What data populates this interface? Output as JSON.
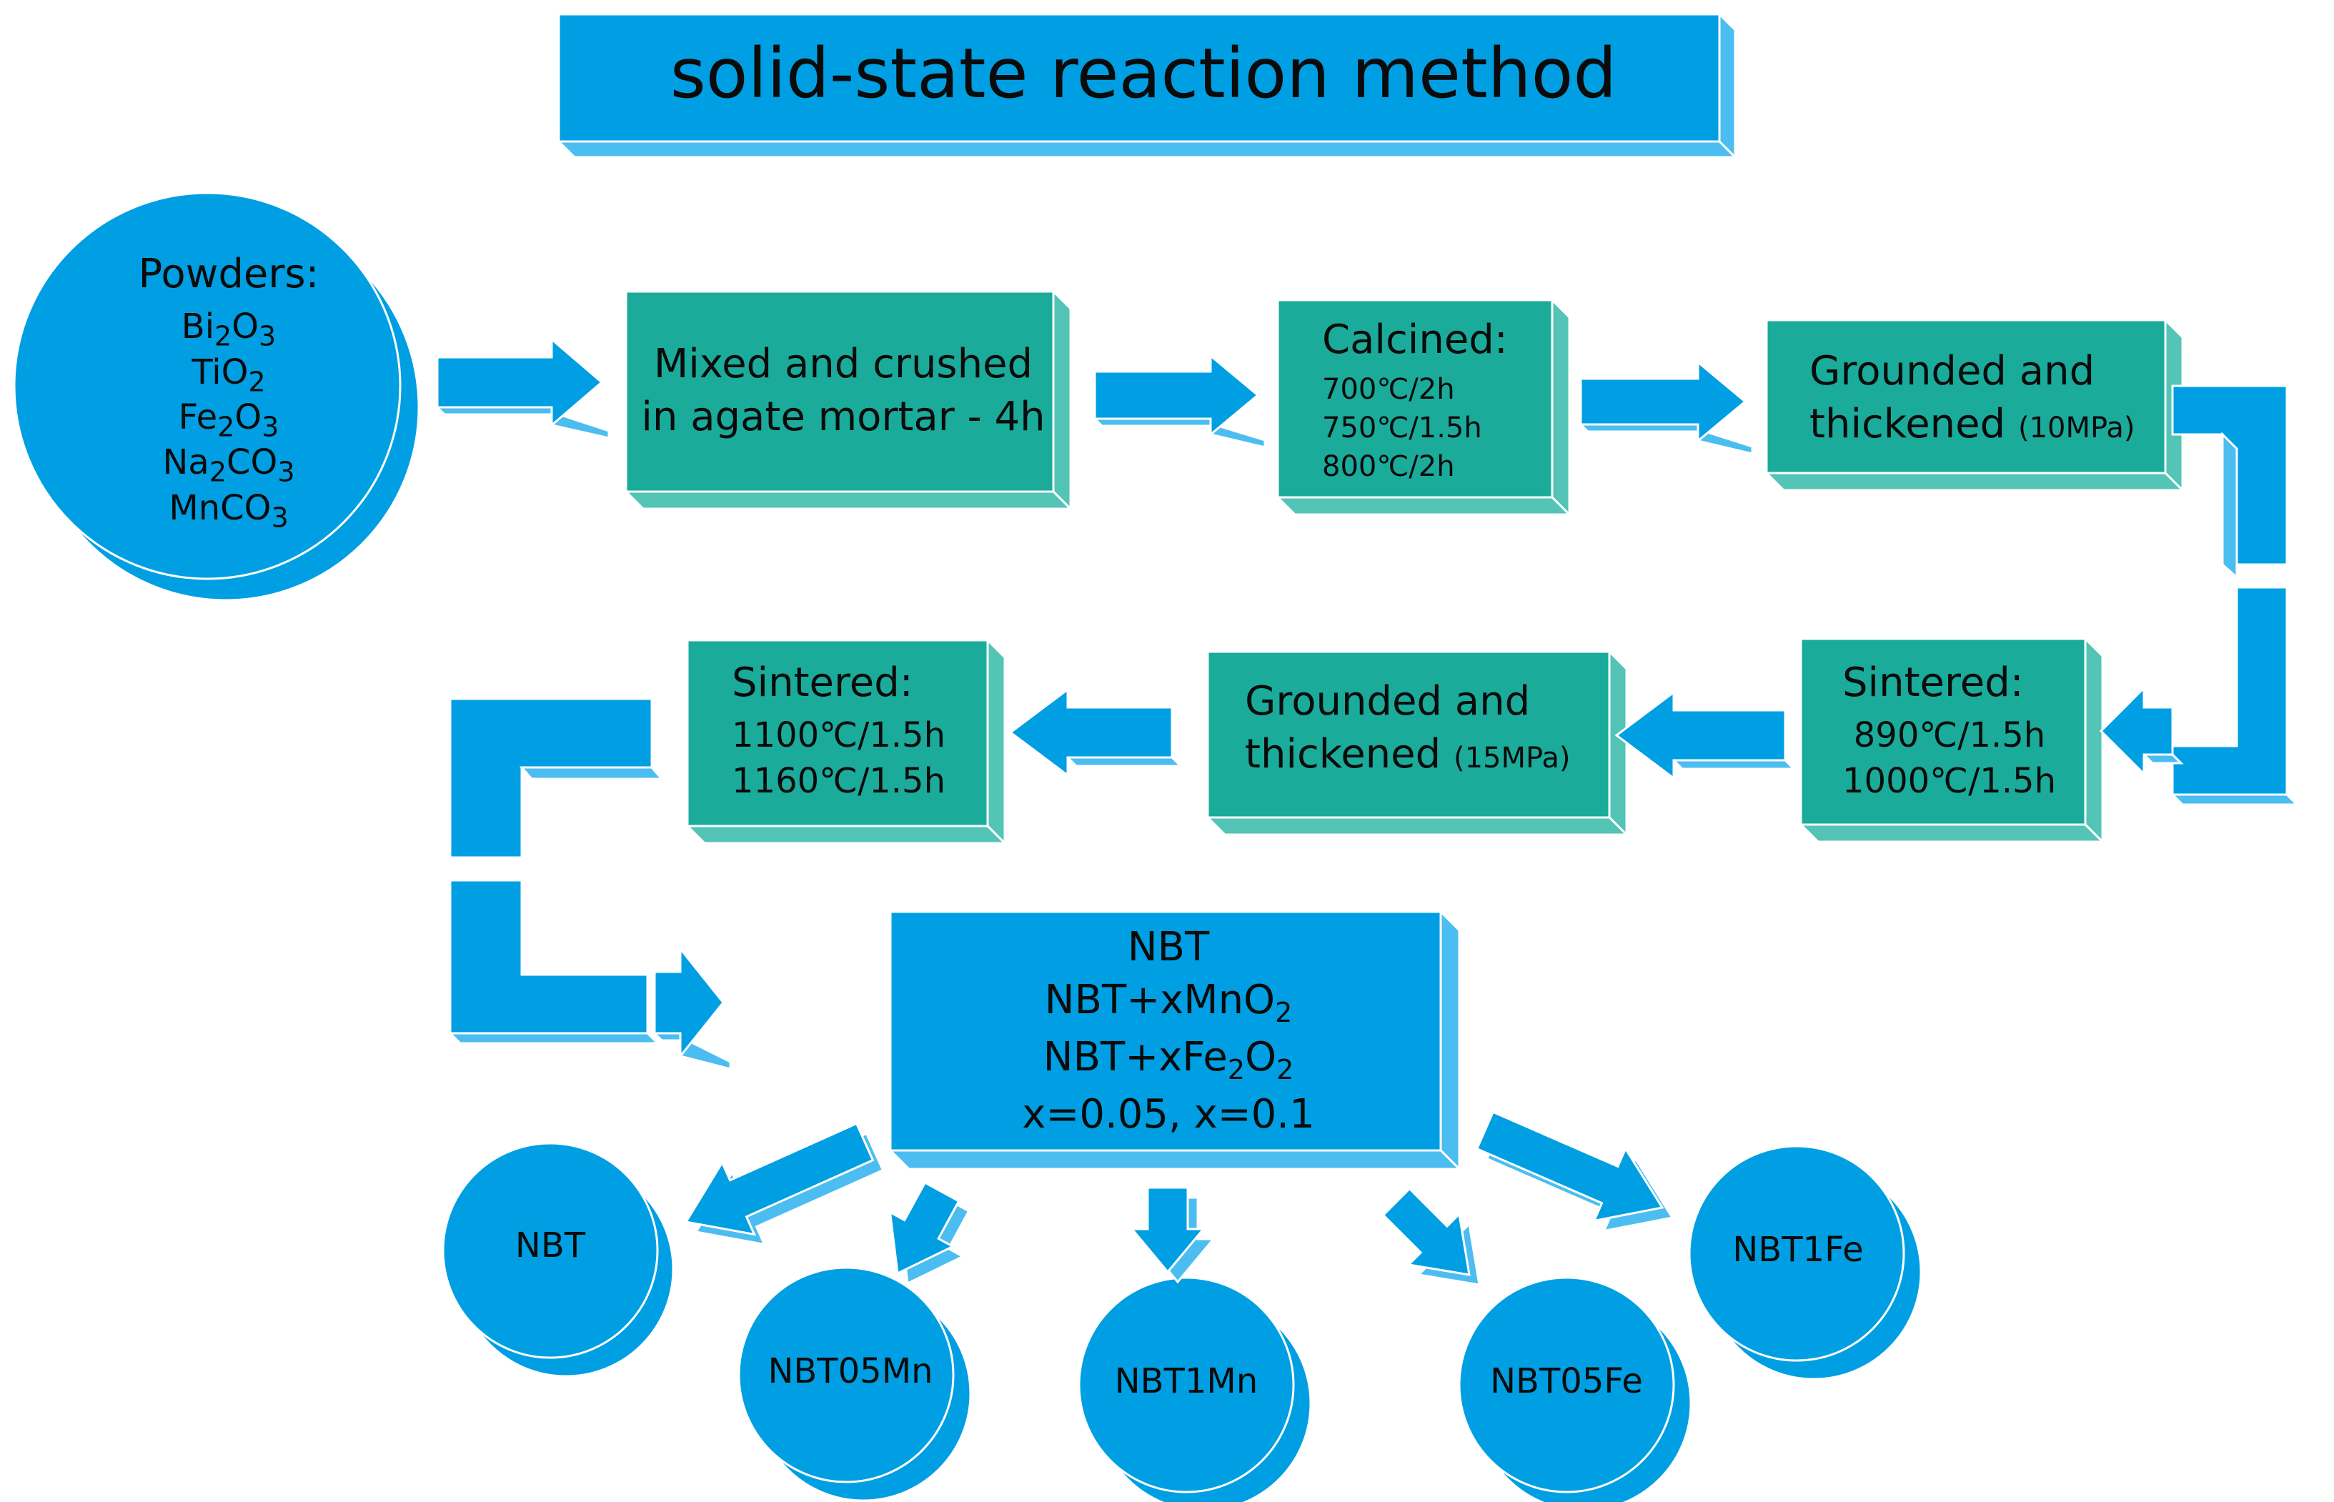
{
  "colors": {
    "blue": "#009fe3",
    "blue_dark": "#0a6fa6",
    "blue_side": "#4cbdf0",
    "teal": "#1aab9b",
    "teal_dark": "#0c6e63",
    "teal_side": "#53c4b6",
    "text": "#0b0b0b"
  },
  "title": "solid-state reaction method",
  "powders": {
    "heading": "Powders:",
    "items": [
      {
        "p1": "Bi",
        "s1": "2",
        "p2": "O",
        "s2": "3"
      },
      {
        "p1": "TiO",
        "s1": "2",
        "p2": "",
        "s2": ""
      },
      {
        "p1": "Fe",
        "s1": "2",
        "p2": "O",
        "s2": "3"
      },
      {
        "p1": "Na",
        "s1": "2",
        "p2": "CO",
        "s2": "3"
      },
      {
        "p1": "MnCO",
        "s1": "3",
        "p2": "",
        "s2": ""
      }
    ]
  },
  "steps": {
    "mixed": {
      "line1": "Mixed and crushed",
      "line2": "in agate mortar - 4h"
    },
    "calcined": {
      "heading": "Calcined:",
      "c1": "700℃/2h",
      "c2": "750℃/1.5h",
      "c3": "800℃/2h"
    },
    "ground1": {
      "line1": "Grounded and",
      "line2": "thickened",
      "pressure": "(10MPa)"
    },
    "sinter1": {
      "heading": "Sintered:",
      "c1": "890℃/1.5h",
      "c2": "1000℃/1.5h"
    },
    "ground2": {
      "line1": "Grounded and",
      "line2": "thickened",
      "pressure": "(15MPa)"
    },
    "sinter2": {
      "heading": "Sintered:",
      "c1": "1100℃/1.5h",
      "c2": "1160℃/1.5h"
    }
  },
  "product": {
    "l1": "NBT",
    "l2a": "NBT+xMnO",
    "l2s": "2",
    "l3a": "NBT+xFe",
    "l3s1": "2",
    "l3b": "O",
    "l3s2": "2",
    "l4": "x=0.05, x=0.1"
  },
  "samples": [
    "NBT",
    "NBT05Mn",
    "NBT1Mn",
    "NBT05Fe",
    "NBT1Fe"
  ]
}
